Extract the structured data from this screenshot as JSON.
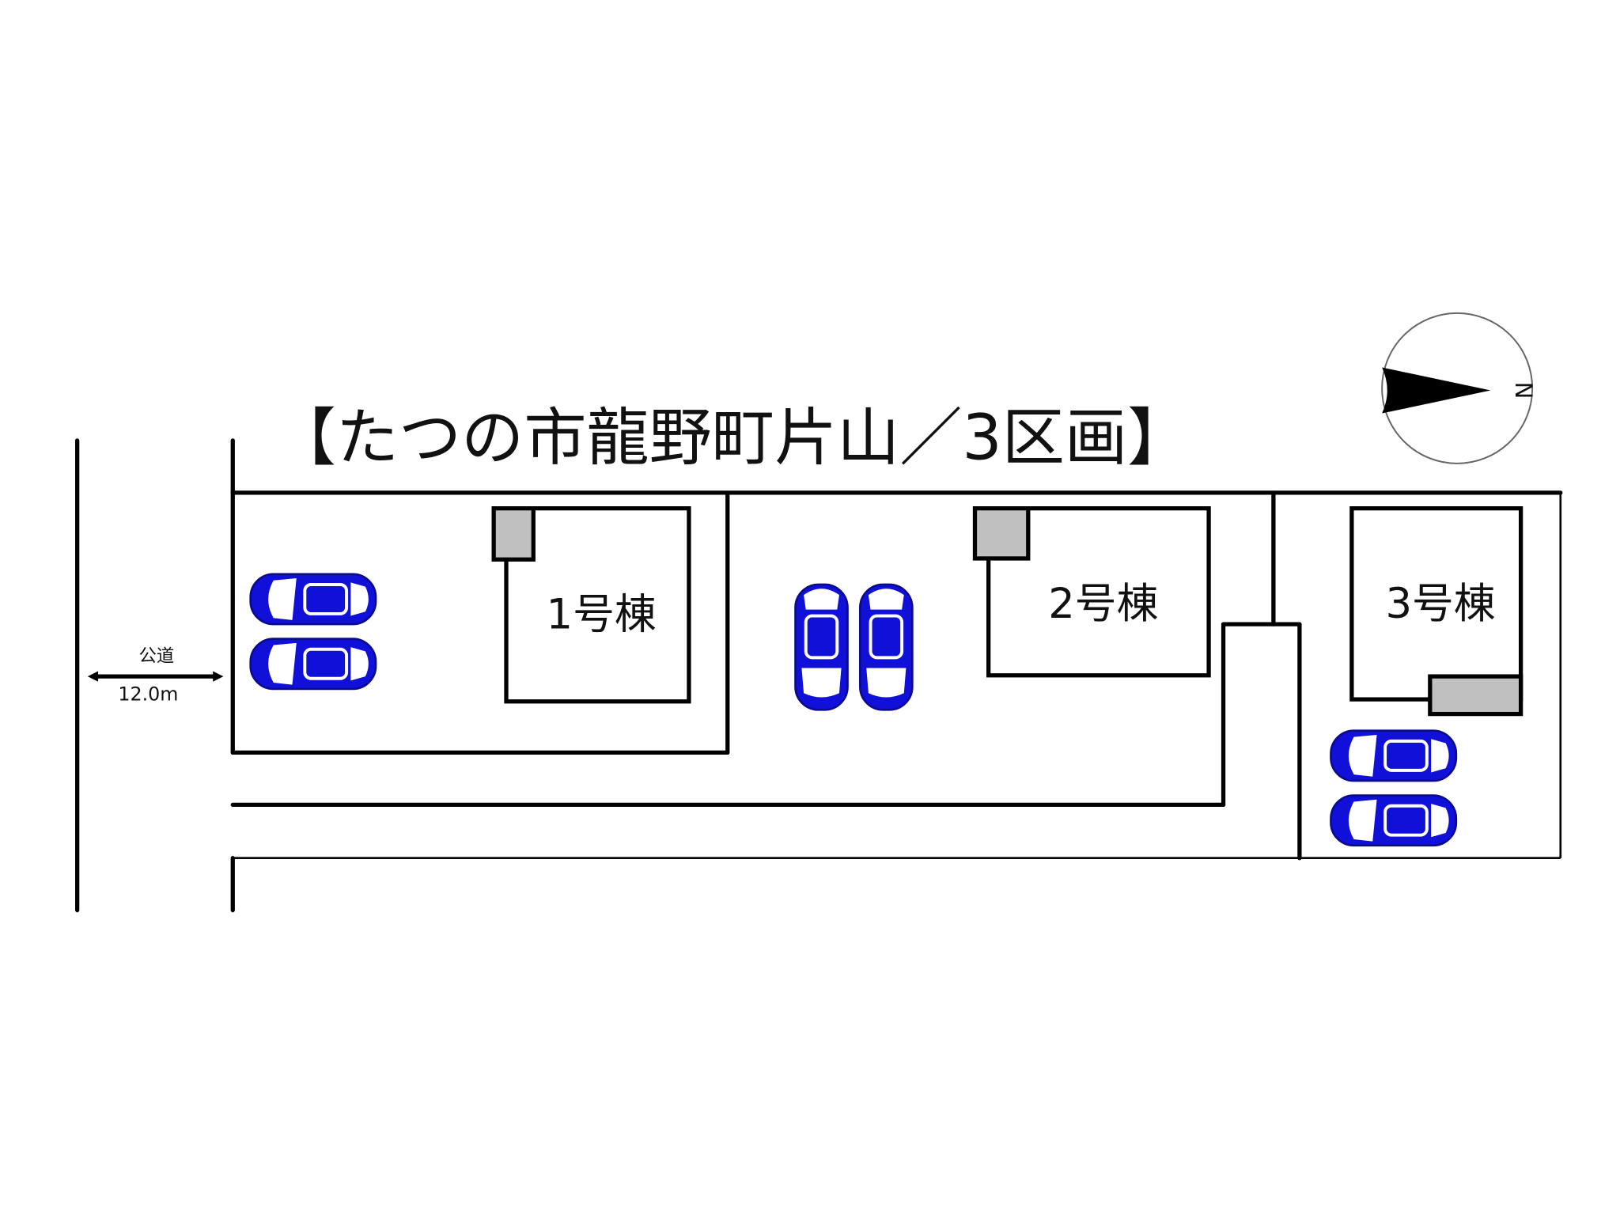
{
  "title": "【たつの市龍野町片山／3区画】",
  "road": {
    "label": "公道",
    "width": "12.0m"
  },
  "compass": {
    "north_label": "N"
  },
  "buildings": [
    {
      "label": "1号棟"
    },
    {
      "label": "2号棟"
    },
    {
      "label": "3号棟"
    }
  ],
  "colors": {
    "car": "#1010d8",
    "utility_box": "#c0c0c0",
    "line": "#000000"
  }
}
